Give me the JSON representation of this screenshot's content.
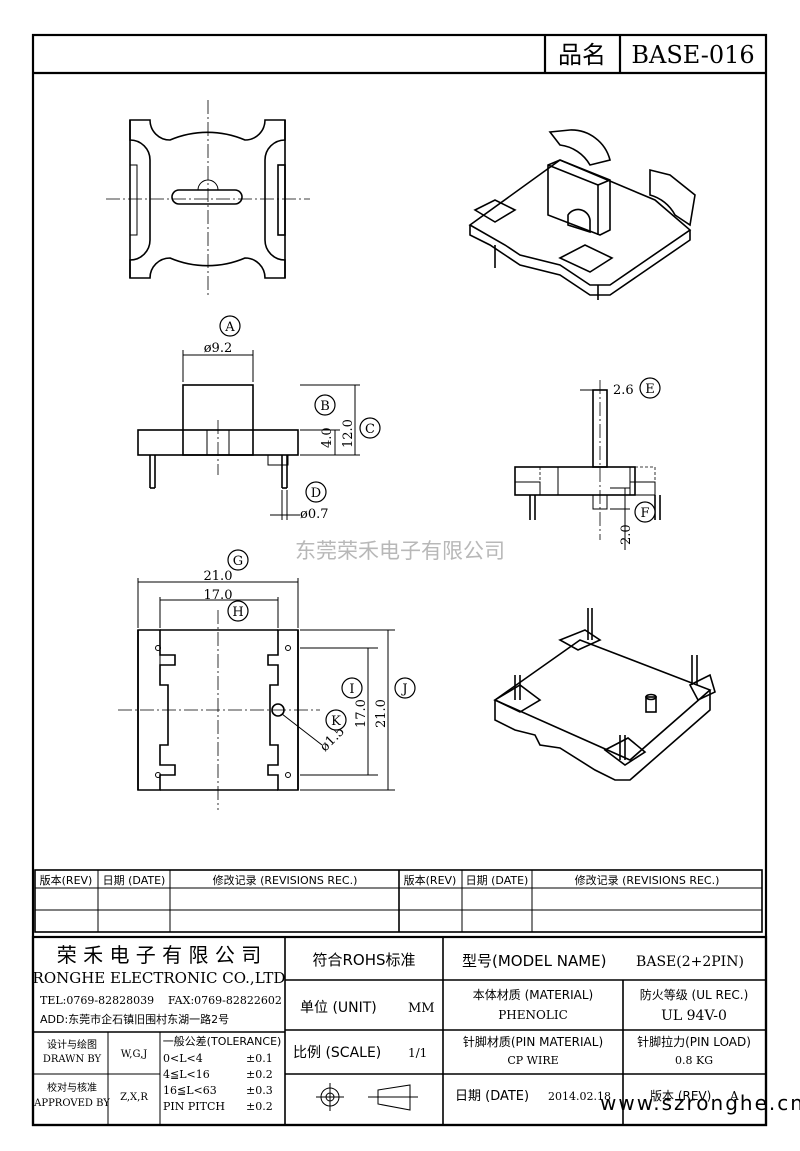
{
  "header": {
    "name_label": "品名",
    "part_no": "BASE-016"
  },
  "dimensions": {
    "a_label": "A",
    "a_value": "ø9.2",
    "b_label": "B",
    "b_value": "4.0",
    "c_label": "C",
    "c_value": "12.0",
    "d_label": "D",
    "d_value": "ø0.7",
    "e_label": "E",
    "e_value": "2.6",
    "f_label": "F",
    "f_value": "2.0",
    "g_label": "G",
    "g_value": "21.0",
    "h_label": "H",
    "h_value": "17.0",
    "i_label": "I",
    "i_value": "17.0",
    "j_label": "J",
    "j_value": "21.0",
    "k_label": "K",
    "k_value": "ø1.5"
  },
  "watermark": "东莞荣禾电子有限公司",
  "watermark_url": "www.szronghe.cn",
  "revisions": {
    "headers": [
      "版本(REV)",
      "日期 (DATE)",
      "修改记录 (REVISIONS REC.)",
      "版本(REV)",
      "日期 (DATE)",
      "修改记录 (REVISIONS REC.)"
    ]
  },
  "title_block": {
    "company_cn": "荣 禾 电 子 有 限 公 司",
    "company_en": "RONGHE ELECTRONIC CO.,LTD",
    "tel": "TEL:0769-82828039",
    "fax": "FAX:0769-82822602",
    "address": "ADD:东莞市企石镇旧围村东湖一路2号",
    "rohs": "符合ROHS标准",
    "model_label": "型号(MODEL NAME)",
    "model_value": "BASE(2+2PIN)",
    "unit_label": "单位 (UNIT)",
    "unit_value": "MM",
    "material_label": "本体材质 (MATERIAL)",
    "material_value": "PHENOLIC",
    "ul_label": "防火等级 (UL REC.)",
    "ul_value": "UL 94V-0",
    "scale_label": "比例 (SCALE)",
    "scale_value": "1/1",
    "pin_material_label": "针脚材质(PIN MATERIAL)",
    "pin_material_value": "CP WIRE",
    "pin_load_label": "针脚拉力(PIN LOAD)",
    "pin_load_value": "0.8 KG",
    "design_label_cn": "设计与绘图",
    "design_label_en": "DRAWN BY",
    "design_value": "W,G,J",
    "approve_label_cn": "校对与核准",
    "approve_label_en": "APPROVED BY",
    "approve_value": "Z,X,R",
    "tolerance_title": "一般公差(TOLERANCE)",
    "tolerances": [
      {
        "range": "0<L<4",
        "value": "±0.1"
      },
      {
        "range": "4≦L<16",
        "value": "±0.2"
      },
      {
        "range": "16≦L<63",
        "value": "±0.3"
      },
      {
        "range": "PIN PITCH",
        "value": "±0.2"
      }
    ],
    "date_label": "日期 (DATE)",
    "date_value": "2014.02.18",
    "rev_label": "版本 (REV)",
    "rev_value": "A"
  }
}
